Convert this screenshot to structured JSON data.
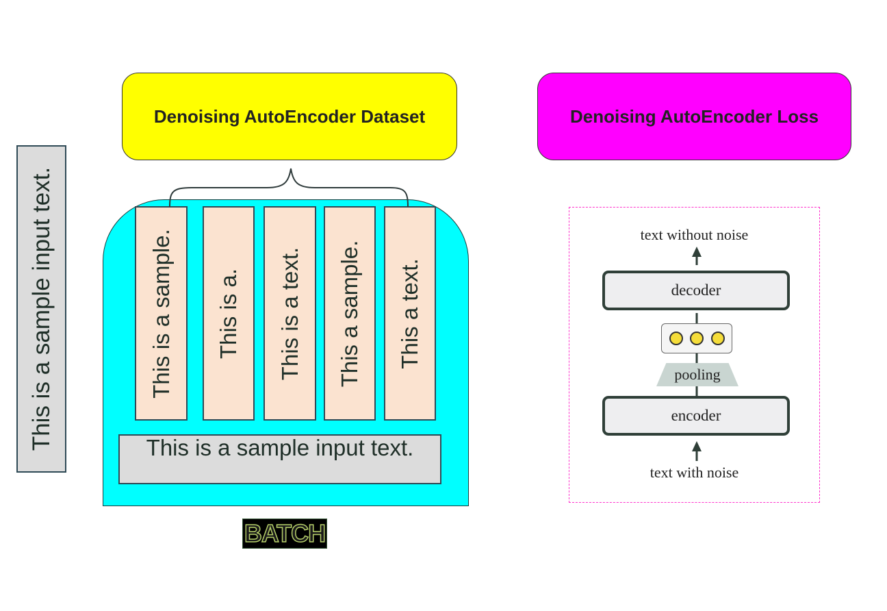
{
  "input_text": "This is a sample input text.",
  "dataset_title": "Denoising AutoEncoder Dataset",
  "loss_title": "Denoising AutoEncoder Loss",
  "noisy_samples": [
    "This is a sample.",
    "This is a.",
    "This is a text.",
    "This a sample.",
    "This a text."
  ],
  "batch_label": "BATCH",
  "architecture": {
    "output_label": "text without  noise",
    "decoder_label": "decoder",
    "pooling_label": "pooling",
    "encoder_label": "encoder",
    "input_label": "text with noise"
  },
  "colors": {
    "dataset_title_bg": "#ffff00",
    "loss_title_bg": "#ff00ff",
    "batch_bg": "#00ffff",
    "sample_bg": "#fbe3d0",
    "input_bg": "#dcdcdc",
    "embedding_dot": "#f5dd3a"
  }
}
